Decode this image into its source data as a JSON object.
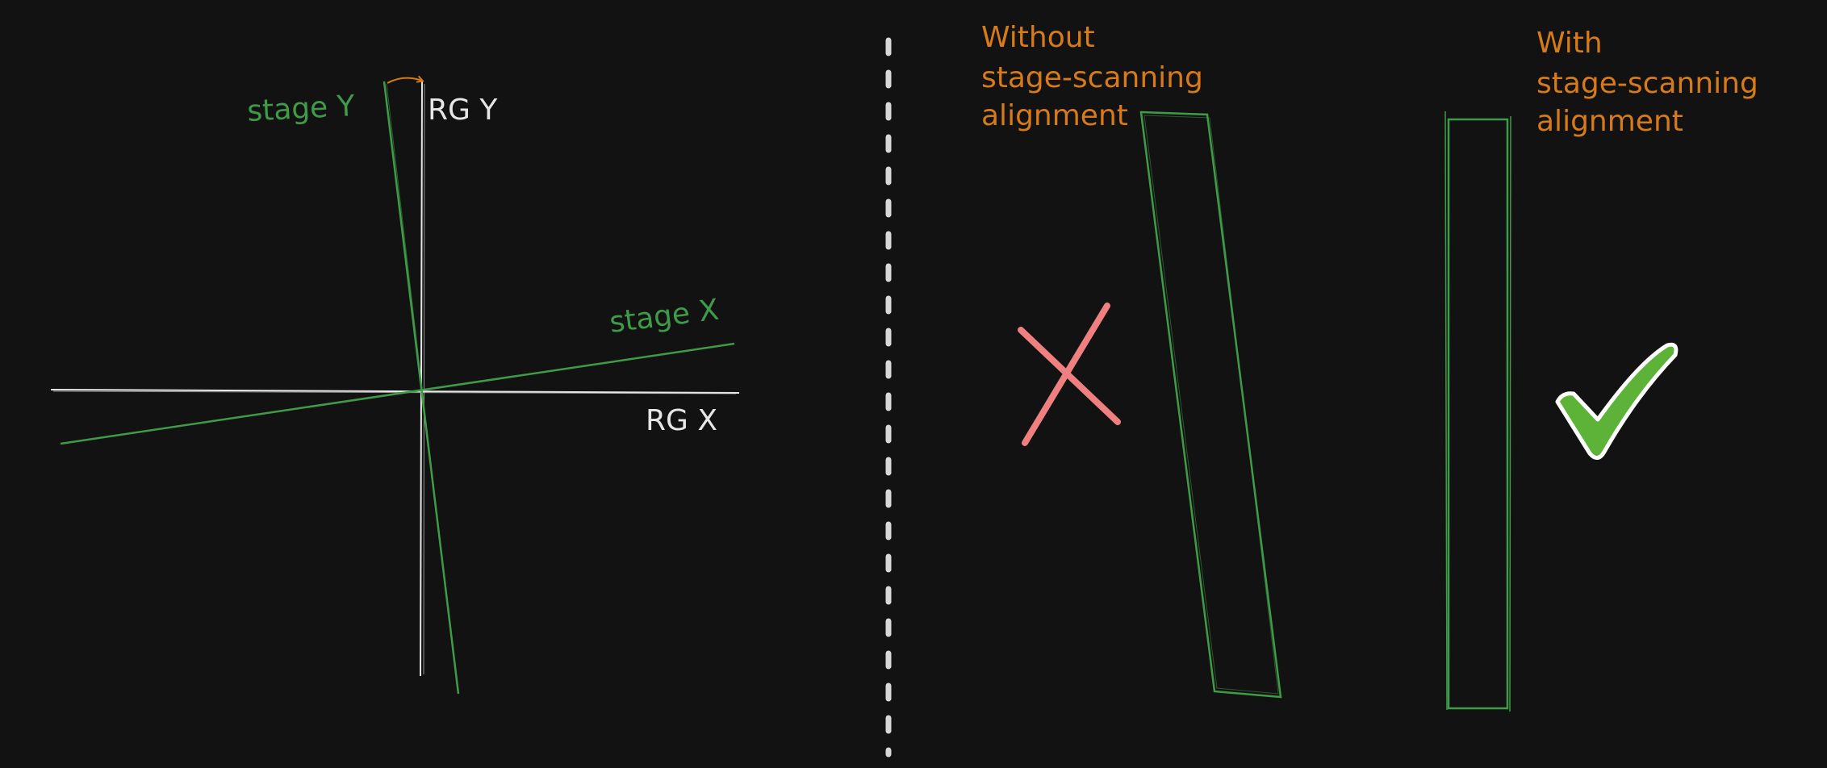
{
  "colors": {
    "background": "#121212",
    "reference": "#e6e6e6",
    "stage": "#3f9b48",
    "annotation": "#d67a1a",
    "cross": "#f08080",
    "check_fill": "#5cb338",
    "check_outline": "#ffffff"
  },
  "left_panel": {
    "rg_x_label": "RG X",
    "rg_y_label": "RG Y",
    "stage_x_label": "stage X",
    "stage_y_label": "stage Y"
  },
  "right_panel": {
    "without": {
      "lines": [
        "Without",
        "stage-scanning",
        "alignment"
      ],
      "result_icon": "cross-icon"
    },
    "with": {
      "lines": [
        "With",
        "stage-scanning",
        "alignment"
      ],
      "result_icon": "checkmark-icon"
    }
  }
}
